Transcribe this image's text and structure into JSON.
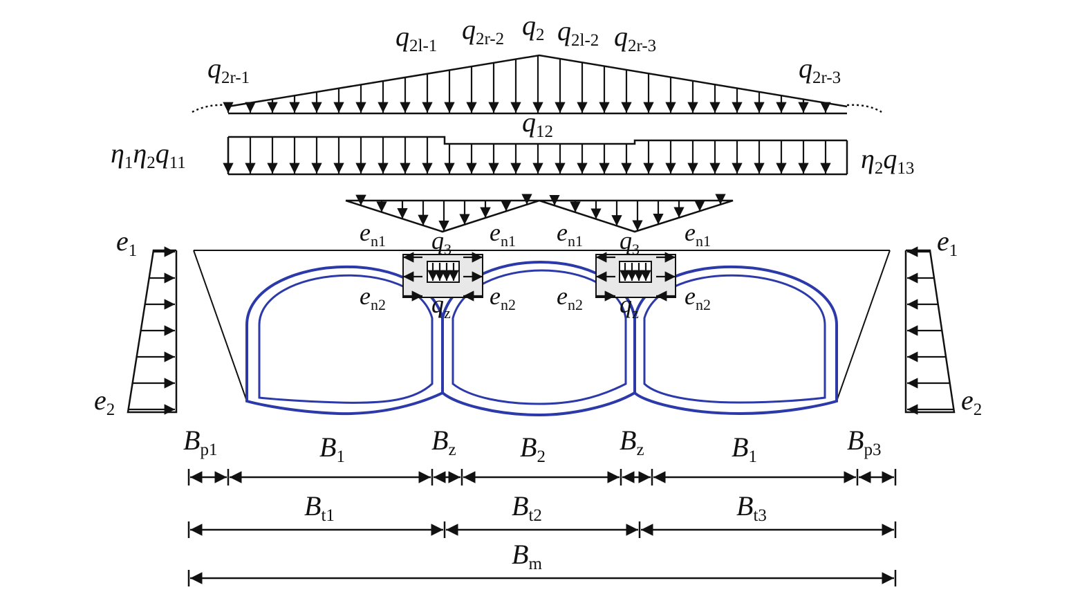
{
  "diagram": {
    "description_free": true,
    "labels": {
      "q2r1_left": {
        "base": "q",
        "sub": "2r-1"
      },
      "q2l1": {
        "base": "q",
        "sub": "2l-1"
      },
      "q2r2": {
        "base": "q",
        "sub": "2r-2"
      },
      "q2": {
        "base": "q",
        "sub": "2"
      },
      "q2l2": {
        "base": "q",
        "sub": "2l-2"
      },
      "q2r3_top": {
        "base": "q",
        "sub": "2r-3"
      },
      "q2r3_right": {
        "base": "q",
        "sub": "2r-3"
      },
      "q12": {
        "base": "q",
        "sub": "12"
      },
      "eta_left": {
        "pre": "η",
        "p1": "1",
        "mid": "η",
        "p2": "2",
        "base": "q",
        "sub": "11"
      },
      "eta_right": {
        "pre": "η",
        "p1": "2",
        "base": "q",
        "sub": "13"
      },
      "e1_left": {
        "base": "e",
        "sub": "1"
      },
      "e2_left": {
        "base": "e",
        "sub": "2"
      },
      "e1_right": {
        "base": "e",
        "sub": "1"
      },
      "e2_right": {
        "base": "e",
        "sub": "2"
      },
      "en1_a": {
        "base": "e",
        "sub": "n1"
      },
      "en1_b": {
        "base": "e",
        "sub": "n1"
      },
      "en1_c": {
        "base": "e",
        "sub": "n1"
      },
      "en1_d": {
        "base": "e",
        "sub": "n1"
      },
      "en2_a": {
        "base": "e",
        "sub": "n2"
      },
      "en2_b": {
        "base": "e",
        "sub": "n2"
      },
      "en2_c": {
        "base": "e",
        "sub": "n2"
      },
      "en2_d": {
        "base": "e",
        "sub": "n2"
      },
      "q3_a": {
        "base": "q",
        "sub": "3"
      },
      "q3_b": {
        "base": "q",
        "sub": "3"
      },
      "qz_a": {
        "base": "q",
        "sub": "z"
      },
      "qz_b": {
        "base": "q",
        "sub": "z"
      },
      "bp1": {
        "base": "B",
        "sub": "p1"
      },
      "b1_left": {
        "base": "B",
        "sub": "1"
      },
      "bz_left": {
        "base": "B",
        "sub": "z"
      },
      "b2": {
        "base": "B",
        "sub": "2"
      },
      "bz_right": {
        "base": "B",
        "sub": "z"
      },
      "b1_right": {
        "base": "B",
        "sub": "1"
      },
      "bp3": {
        "base": "B",
        "sub": "p3"
      },
      "bt1": {
        "base": "B",
        "sub": "t1"
      },
      "bt2": {
        "base": "B",
        "sub": "t2"
      },
      "bt3": {
        "base": "B",
        "sub": "t3"
      },
      "bm": {
        "base": "B",
        "sub": "m"
      }
    },
    "colors": {
      "line": "#111111",
      "tunnel": "#2b3aa8",
      "tunnel_inner": "#7f8ad6"
    }
  }
}
